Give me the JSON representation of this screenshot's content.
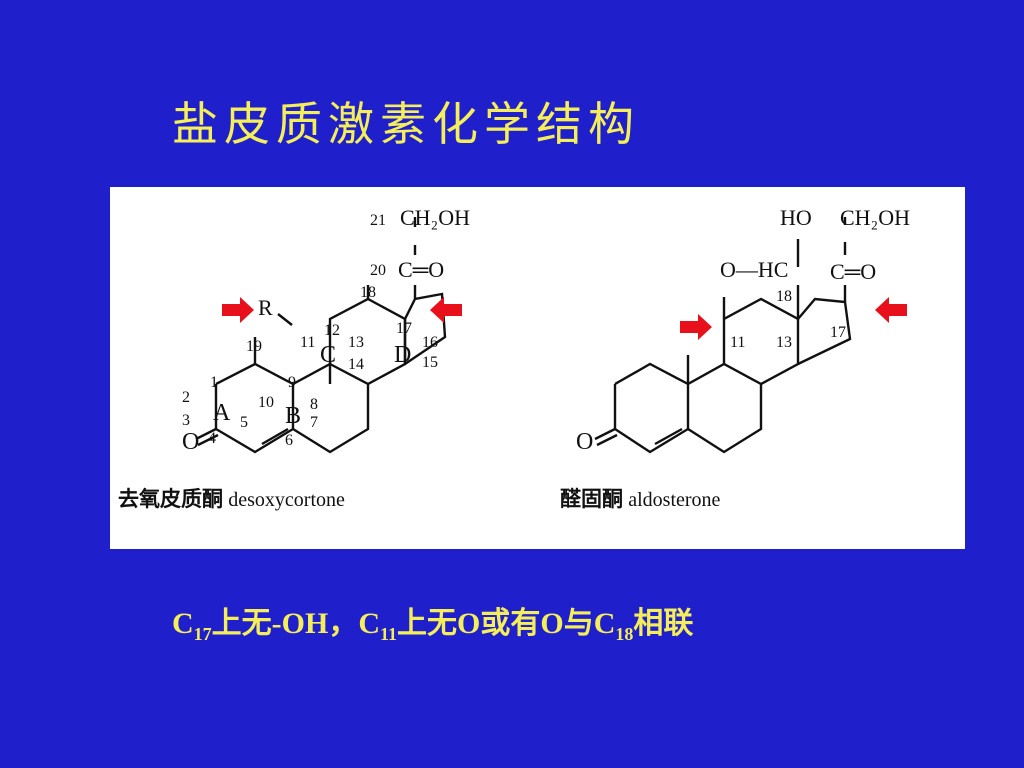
{
  "title": "盐皮质激素化学结构",
  "left_structure": {
    "group_top": "CH₂OH",
    "carbonyl": "C═O",
    "r_group": "R",
    "ketone": "O",
    "ring_labels": [
      "A",
      "B",
      "C",
      "D"
    ],
    "numbers": [
      "1",
      "2",
      "3",
      "4",
      "5",
      "6",
      "7",
      "8",
      "9",
      "10",
      "11",
      "12",
      "13",
      "14",
      "15",
      "16",
      "17",
      "18",
      "19",
      "20",
      "21"
    ],
    "name_cn": "去氧皮质酮",
    "name_en": "desoxycortone"
  },
  "right_structure": {
    "ho": "HO",
    "ohc": "O—HC",
    "group_top": "CH₂OH",
    "carbonyl": "C═O",
    "ketone": "O",
    "numbers": [
      "11",
      "13",
      "17",
      "18"
    ],
    "name_cn": "醛固酮",
    "name_en": "aldosterone"
  },
  "footer": {
    "c17": "C",
    "sub17": "17",
    "part1": "上无-OH，",
    "c11": "C",
    "sub11": "11",
    "part2": "上无O或有O与",
    "c18": "C",
    "sub18": "18",
    "part3": "相联"
  },
  "colors": {
    "background": "#1f1fcc",
    "title": "#f4ee58",
    "arrow": "#e8101a",
    "panel": "#ffffff"
  }
}
